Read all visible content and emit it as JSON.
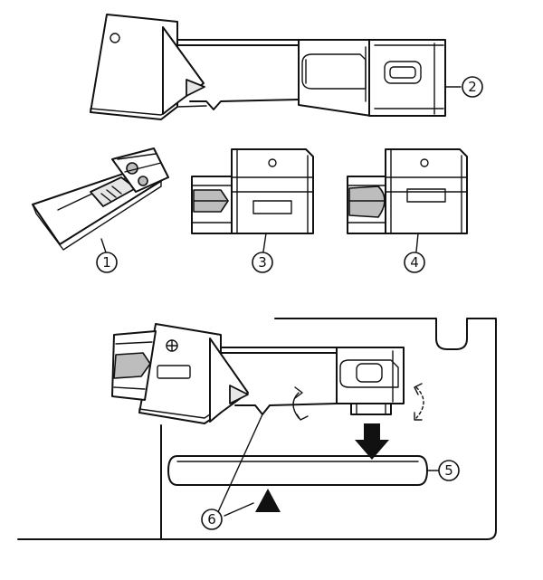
{
  "callouts": {
    "c1": "1",
    "c2": "2",
    "c3": "3",
    "c4": "4",
    "c5": "5",
    "c6": "6"
  },
  "parts": {
    "guide_top": "guide-attachment",
    "foot": "presser-foot",
    "guide_front": "guide-front-view",
    "guide_inserted": "guide-inserted-view",
    "slot": "machine-slot",
    "arrow": "down-arrow-icon",
    "triangle": "triangle-mark-icon"
  },
  "colors": {
    "ink": "#111111",
    "shade": "#bdbdbd",
    "light": "#e6e6e6",
    "background": "#ffffff"
  }
}
